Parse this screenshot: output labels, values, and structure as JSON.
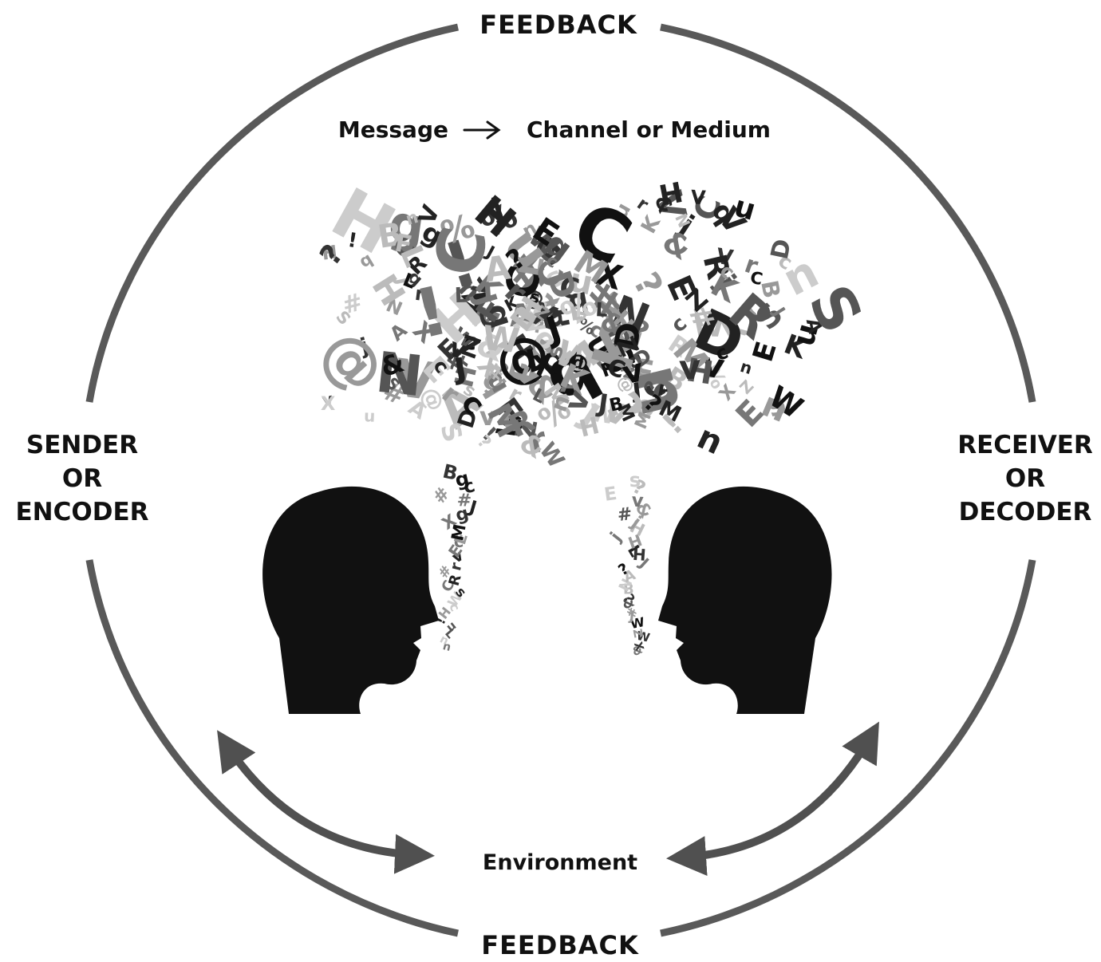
{
  "labels": {
    "feedback_top": "FEEDBACK",
    "feedback_bottom": "FEEDBACK",
    "message": "Message",
    "channel": "Channel or Medium",
    "sender_line1": "SENDER",
    "sender_line2": "OR",
    "sender_line3": "ENCODER",
    "receiver_line1": "RECEIVER",
    "receiver_line2": "OR",
    "receiver_line3": "DECODER",
    "environment": "Environment"
  },
  "colors": {
    "circle": "#595959",
    "arrow": "#505050",
    "head": "#111111",
    "text": "#111111"
  },
  "icons": {
    "message_arrow": "right-arrow-icon",
    "sender_head": "head-silhouette-icon",
    "receiver_head": "head-silhouette-icon",
    "letter_cloud": "letter-cloud-icon"
  },
  "cloud_glyphs": "ABCDEFHJKLMNRSVWXZ#@?!%&cgjnqrsuv"
}
